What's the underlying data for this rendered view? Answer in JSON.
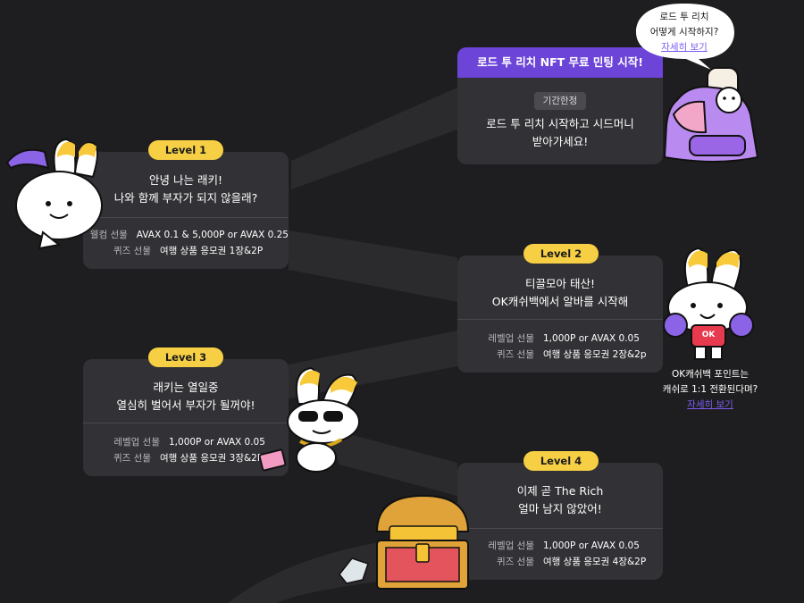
{
  "nft": {
    "title": "로드 투 리치 NFT 무료 민팅 시작!",
    "tag": "기간한정",
    "line1": "로드 투 리치 시작하고 시드머니",
    "line2": "받아가세요!"
  },
  "bubble": {
    "line1": "로드 투 리치",
    "line2": "어떻게 시작하지?",
    "link": "자세히 보기"
  },
  "levels": [
    {
      "badge": "Level 1",
      "line1": "안녕 나는 래키!",
      "line2": "나와 함께 부자가 되지 않을래?",
      "rows": [
        {
          "label": "웰컴 선물",
          "value": "AVAX 0.1 & 5,000P or AVAX 0.25"
        },
        {
          "label": "퀴즈 선물",
          "value": "여행 상품 응모권 1장&2P"
        }
      ]
    },
    {
      "badge": "Level 2",
      "line1": "티끌모아 태산!",
      "line2": "OK캐쉬백에서 알바를 시작해",
      "rows": [
        {
          "label": "레벨업 선물",
          "value": "1,000P or AVAX 0.05"
        },
        {
          "label": "퀴즈 선물",
          "value": "여행 상품 응모권 2장&2p"
        }
      ]
    },
    {
      "badge": "Level 3",
      "line1": "래키는 열일중",
      "line2": "열심히 벌어서 부자가 될꺼야!",
      "rows": [
        {
          "label": "레벨업 선물",
          "value": "1,000P or AVAX 0.05"
        },
        {
          "label": "퀴즈 선물",
          "value": "여행 상품 응모권 3장&2P"
        }
      ]
    },
    {
      "badge": "Level 4",
      "line1": "이제 곧 The Rich",
      "line2": "얼마 남지 않았어!",
      "rows": [
        {
          "label": "레벨업 선물",
          "value": "1,000P or AVAX 0.05"
        },
        {
          "label": "퀴즈 선물",
          "value": "여행 상품 응모권 4장&2P"
        }
      ]
    }
  ],
  "ok_note": {
    "line1": "OK캐쉬백 포인트는",
    "line2": "캐쉬로 1:1 전환된다며?",
    "link": "자세히 보기"
  },
  "shirt_text": "OK",
  "colors": {
    "background": "#1e1e20",
    "card": "#323236",
    "badge": "#f7cf45",
    "nft_header": "#6c44d8",
    "link": "#7b5cf0"
  }
}
